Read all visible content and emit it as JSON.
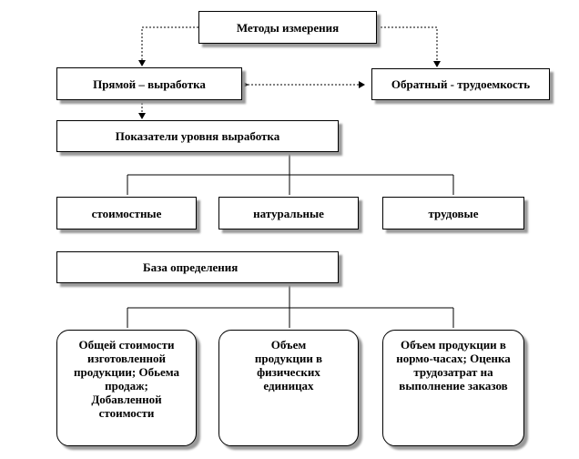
{
  "diagram": {
    "nodes": {
      "methods": "Методы измерения",
      "direct": "Прямой – выработка",
      "inverse": "Обратный - трудоемкость",
      "indicators": "Показатели уровня выработка",
      "cost": "стоимостные",
      "natural": "натуральные",
      "labor": "трудовые",
      "base": "База определения",
      "base_cost": "Общей стоимости изготовленной продукции; Обьема продаж; Добавленной стоимости",
      "base_natural": "Объем продукции в физических единицах",
      "base_labor": "Объем продукции в нормо-часах; Оценка трудозатрат на выполнение заказов"
    }
  }
}
